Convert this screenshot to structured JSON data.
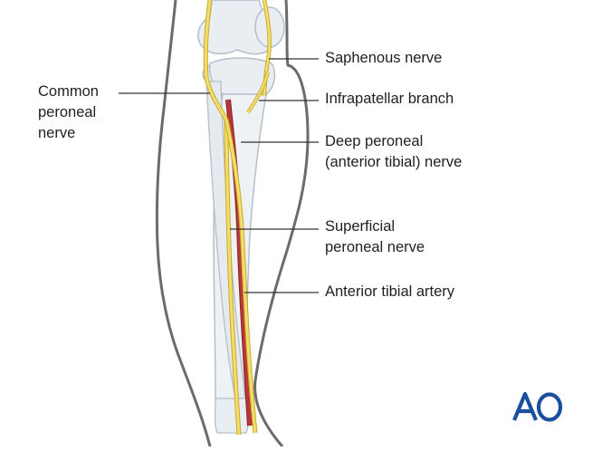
{
  "labels": {
    "common_peroneal": [
      "Common",
      "peroneal",
      "nerve"
    ],
    "saphenous": [
      "Saphenous nerve"
    ],
    "infrapatellar": [
      "Infrapatellar branch"
    ],
    "deep_peroneal": [
      "Deep peroneal",
      "(anterior tibial) nerve"
    ],
    "superficial_peroneal": [
      "Superficial",
      "peroneal nerve"
    ],
    "anterior_tibial_artery": [
      "Anterior tibial artery"
    ]
  },
  "logo": {
    "text": "AO"
  },
  "colors": {
    "outline": "#6b6b6b",
    "bone_fill": "#e9eef2",
    "bone_stroke": "#b5bfc8",
    "nerve": "#f3de6a",
    "nerve_stroke": "#c9a92e",
    "artery": "#b7373a",
    "leader": "#333333",
    "logo": "#1a4fa0"
  }
}
